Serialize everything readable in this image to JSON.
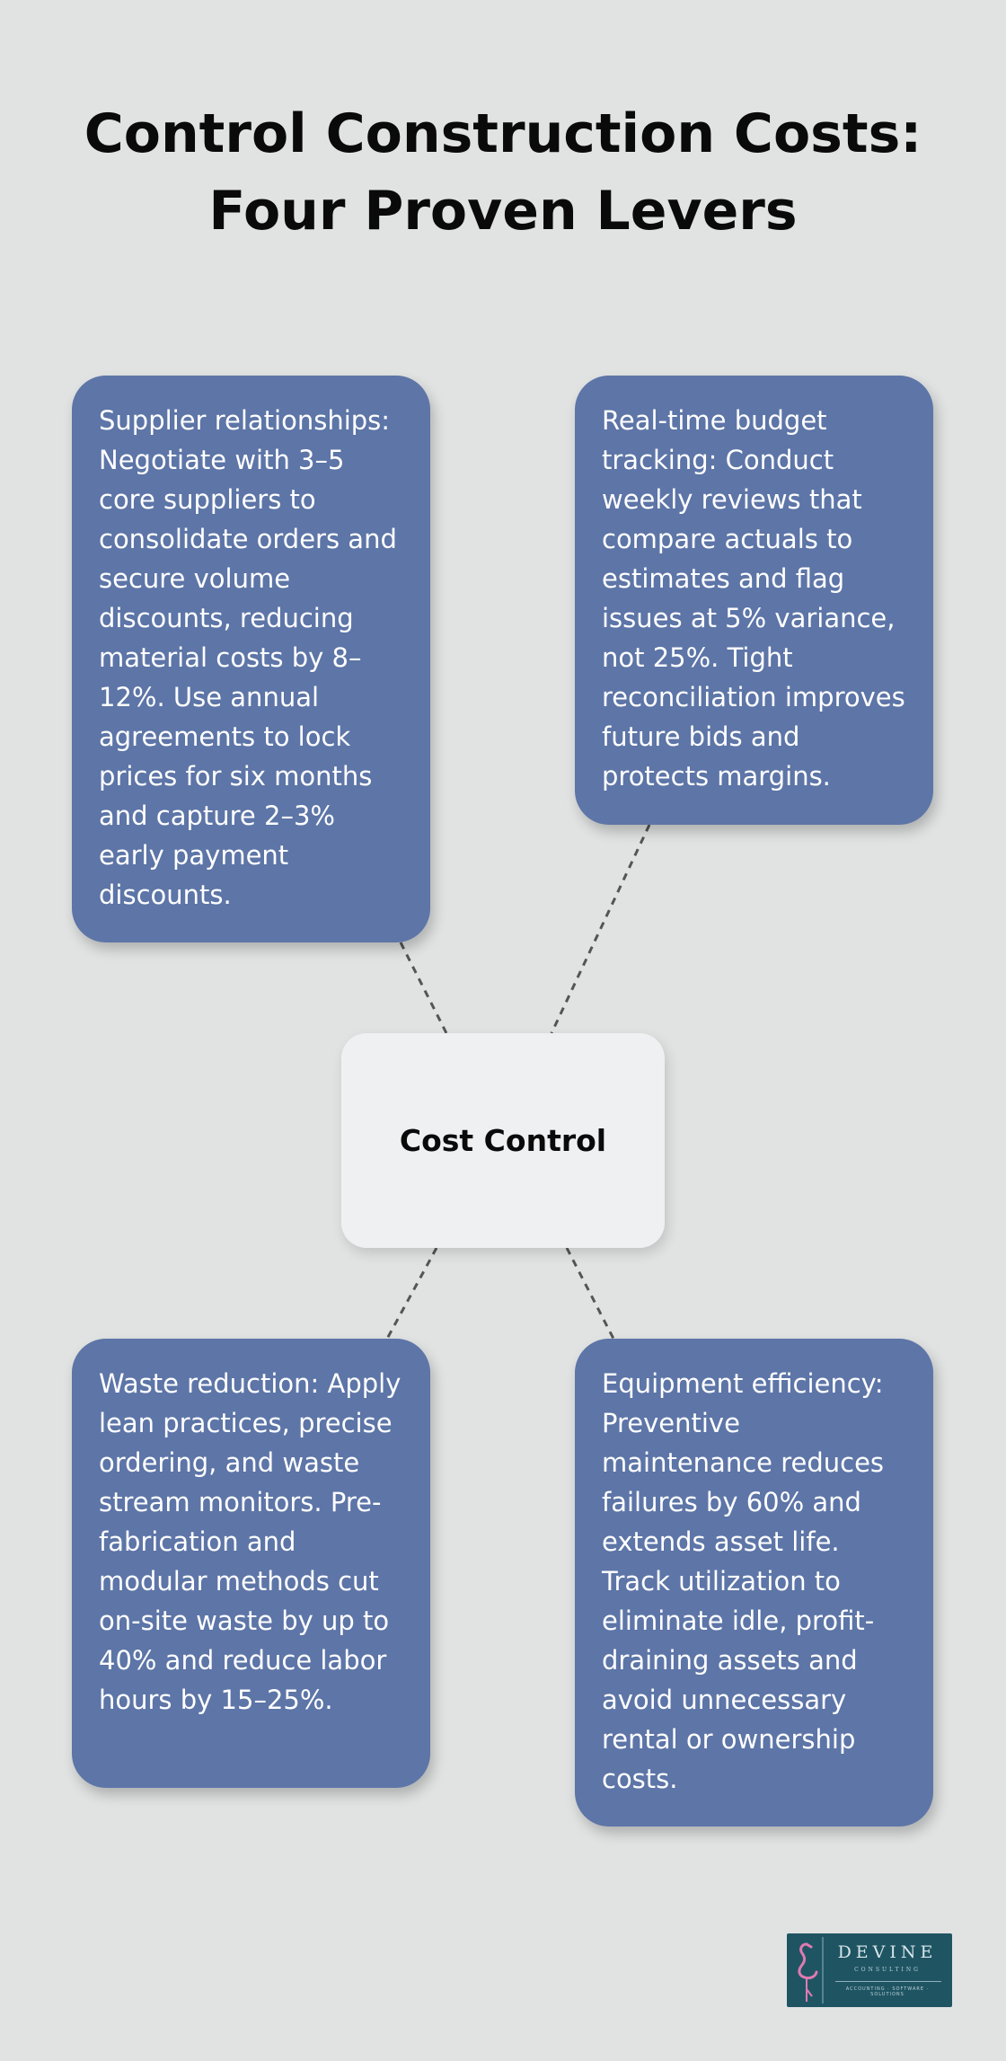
{
  "title": {
    "line1": "Control Construction Costs:",
    "line2": "Four Proven Levers"
  },
  "hub": {
    "label": "Cost Control"
  },
  "cards": [
    {
      "id": "supplier",
      "text": "Supplier relationships: Negotiate with 3–5 core suppliers to consolidate orders and secure volume discounts, reducing material costs by 8–12%. Use annual agreements to lock prices for six months and capture 2–3% early payment discounts."
    },
    {
      "id": "budget",
      "text": "Real-time budget tracking: Conduct weekly reviews that compare actuals to estimates and flag issues at 5% variance, not 25%. Tight reconciliation improves future bids and protects margins."
    },
    {
      "id": "waste",
      "text": "Waste reduction: Apply lean practices, precise ordering, and waste stream monitors. Pre-fabrication and modular methods cut on-site waste by up to 40% and reduce labor hours by 15–25%."
    },
    {
      "id": "equipment",
      "text": "Equipment efficiency: Preventive maintenance reduces failures by 60% and extends asset life. Track utilization to eliminate idle, profit-draining assets and avoid unnecessary rental or ownership costs."
    }
  ],
  "logo": {
    "name": "DEVINE",
    "subtitle": "CONSULTING",
    "tagline": "ACCOUNTING · SOFTWARE · SOLUTIONS"
  },
  "colors": {
    "background": "#e1e3e3",
    "card": "#5d75a7",
    "hub": "#eff0f2",
    "connector": "#555555",
    "logo_bg": "#1f5563",
    "flamingo": "#e07bb1"
  }
}
